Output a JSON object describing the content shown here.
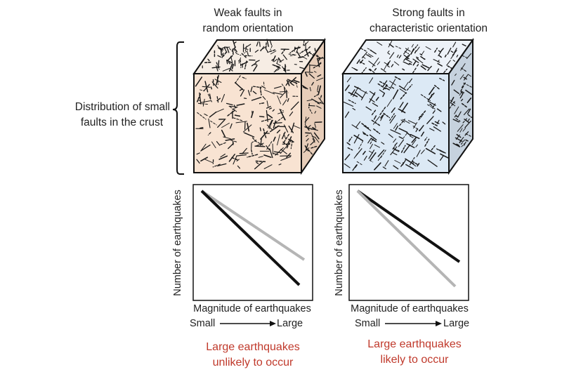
{
  "columns": [
    {
      "heading_line1": "Weak faults in",
      "heading_line2": "random orientation",
      "cube_colors": {
        "front": "#f8e3d2",
        "top": "#f6ede4",
        "side": "#e7cdb9"
      },
      "graph": {
        "ylabel": "Number of earthquakes",
        "xlabel": "Magnitude of earthquakes",
        "x_small": "Small",
        "x_large": "Large",
        "black_line_endpoint": "low",
        "gray_line_endpoint": "high"
      },
      "outcome_line1": "Large earthquakes",
      "outcome_line2": "unlikely to occur"
    },
    {
      "heading_line1": "Strong faults in",
      "heading_line2": "characteristic orientation",
      "cube_colors": {
        "front": "#dce9f5",
        "top": "#edf2f8",
        "side": "#c6d2de"
      },
      "graph": {
        "ylabel": "Number of earthquakes",
        "xlabel": "Magnitude of earthquakes",
        "x_small": "Small",
        "x_large": "Large",
        "black_line_endpoint": "high",
        "gray_line_endpoint": "low"
      },
      "outcome_line1": "Large earthquakes",
      "outcome_line2": "likely to occur"
    }
  ],
  "bracket_label_line1": "Distribution of small",
  "bracket_label_line2": "faults in the crust",
  "colors": {
    "outcome_text": "#c0392b",
    "black_line": "#111111",
    "gray_line": "#b5b5b5"
  }
}
